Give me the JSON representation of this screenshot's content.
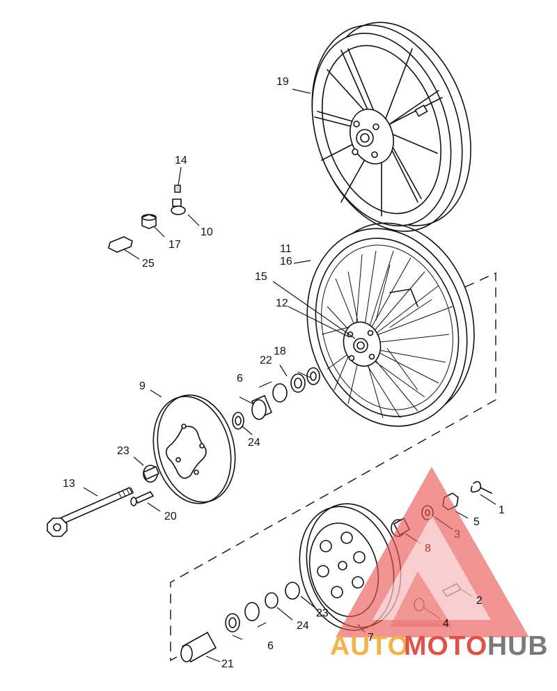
{
  "callouts": {
    "c1": "1",
    "c2": "2",
    "c3": "3",
    "c4": "4",
    "c5": "5",
    "c6a": "6",
    "c6b": "6",
    "c7": "7",
    "c8": "8",
    "c9": "9",
    "c10": "10",
    "c11": "11",
    "c12": "12",
    "c13": "13",
    "c14": "14",
    "c15": "15",
    "c16": "16",
    "c17": "17",
    "c18": "18",
    "c19": "19",
    "c20": "20",
    "c21": "21",
    "c22": "22",
    "c23a": "23",
    "c23b": "23",
    "c24a": "24",
    "c24b": "24",
    "c25": "25"
  },
  "watermark": {
    "part1": "AUTO",
    "part2": "MOTO",
    "part3": "HUB",
    "color_orange": "#f3b24a",
    "color_red": "#e0504a",
    "color_gray": "#7a7a7a"
  }
}
